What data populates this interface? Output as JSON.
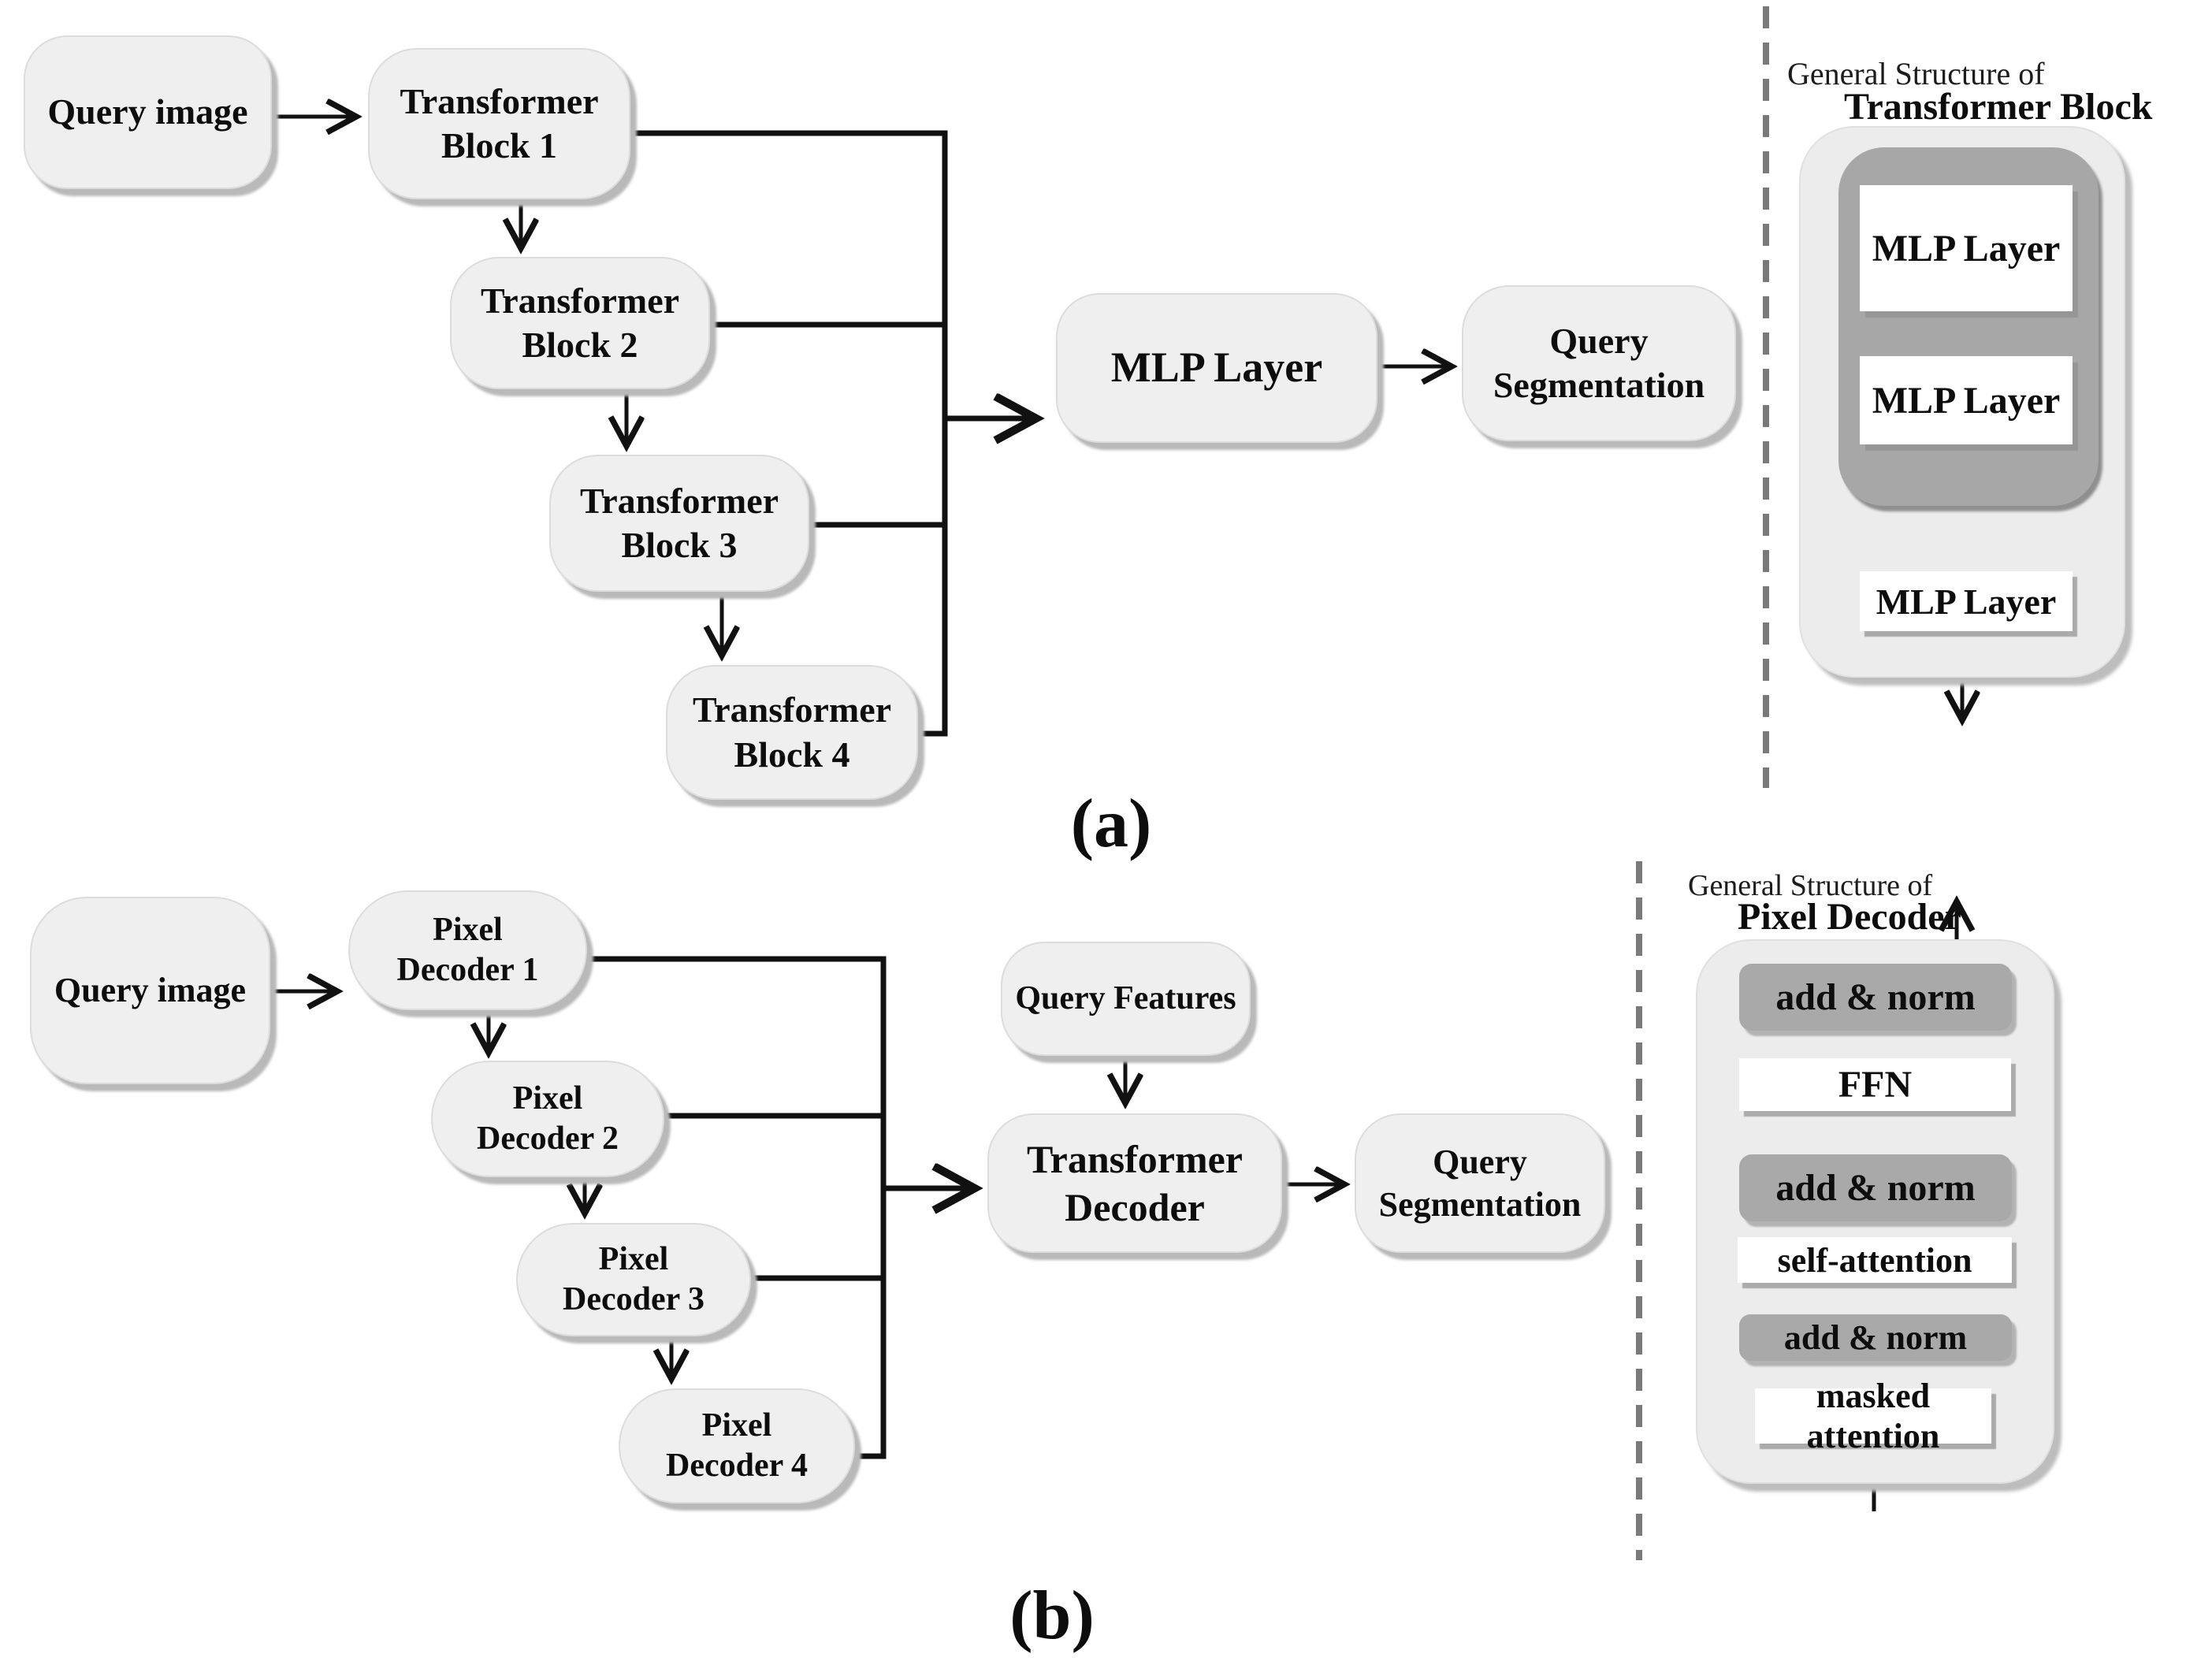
{
  "figure": {
    "panel_a": {
      "caption": "(a)",
      "query_image": "Query image",
      "blocks": [
        {
          "line1": "Transformer",
          "line2": "Block 1"
        },
        {
          "line1": "Transformer",
          "line2": "Block 2"
        },
        {
          "line1": "Transformer",
          "line2": "Block 3"
        },
        {
          "line1": "Transformer",
          "line2": "Block 4"
        }
      ],
      "mlp_layer": "MLP Layer",
      "query_segmentation": {
        "line1": "Query",
        "line2": "Segmentation"
      },
      "detail": {
        "title_prefix": "General Structure of",
        "title": "Transformer Block",
        "layers": [
          "MLP Layer",
          "MLP Layer",
          "MLP Layer"
        ]
      }
    },
    "panel_b": {
      "caption": "(b)",
      "query_image": "Query image",
      "decoders": [
        {
          "line1": "Pixel",
          "line2": "Decoder 1"
        },
        {
          "line1": "Pixel",
          "line2": "Decoder 2"
        },
        {
          "line1": "Pixel",
          "line2": "Decoder 3"
        },
        {
          "line1": "Pixel",
          "line2": "Decoder 4"
        }
      ],
      "query_features": "Query Features",
      "transformer_decoder": {
        "line1": "Transformer",
        "line2": "Decoder"
      },
      "query_segmentation": {
        "line1": "Query",
        "line2": "Segmentation"
      },
      "detail": {
        "title_prefix": "General Structure of",
        "title": "Pixel Decoder",
        "add_norm_top": "add & norm",
        "ffn": "FFN",
        "add_norm_mid": "add & norm",
        "self_attention": "self-attention",
        "add_norm_bottom": "add & norm",
        "masked_attention": "masked attention"
      }
    },
    "colors": {
      "node_fill": "#efefef",
      "panel_fill": "#ececec",
      "inner_dark_fill": "#a7a7a7",
      "add_norm_fill": "#a9a9a9",
      "white_box_fill": "#ffffff",
      "line": "#111111",
      "dashed_separator": "#7a7a7a"
    }
  }
}
